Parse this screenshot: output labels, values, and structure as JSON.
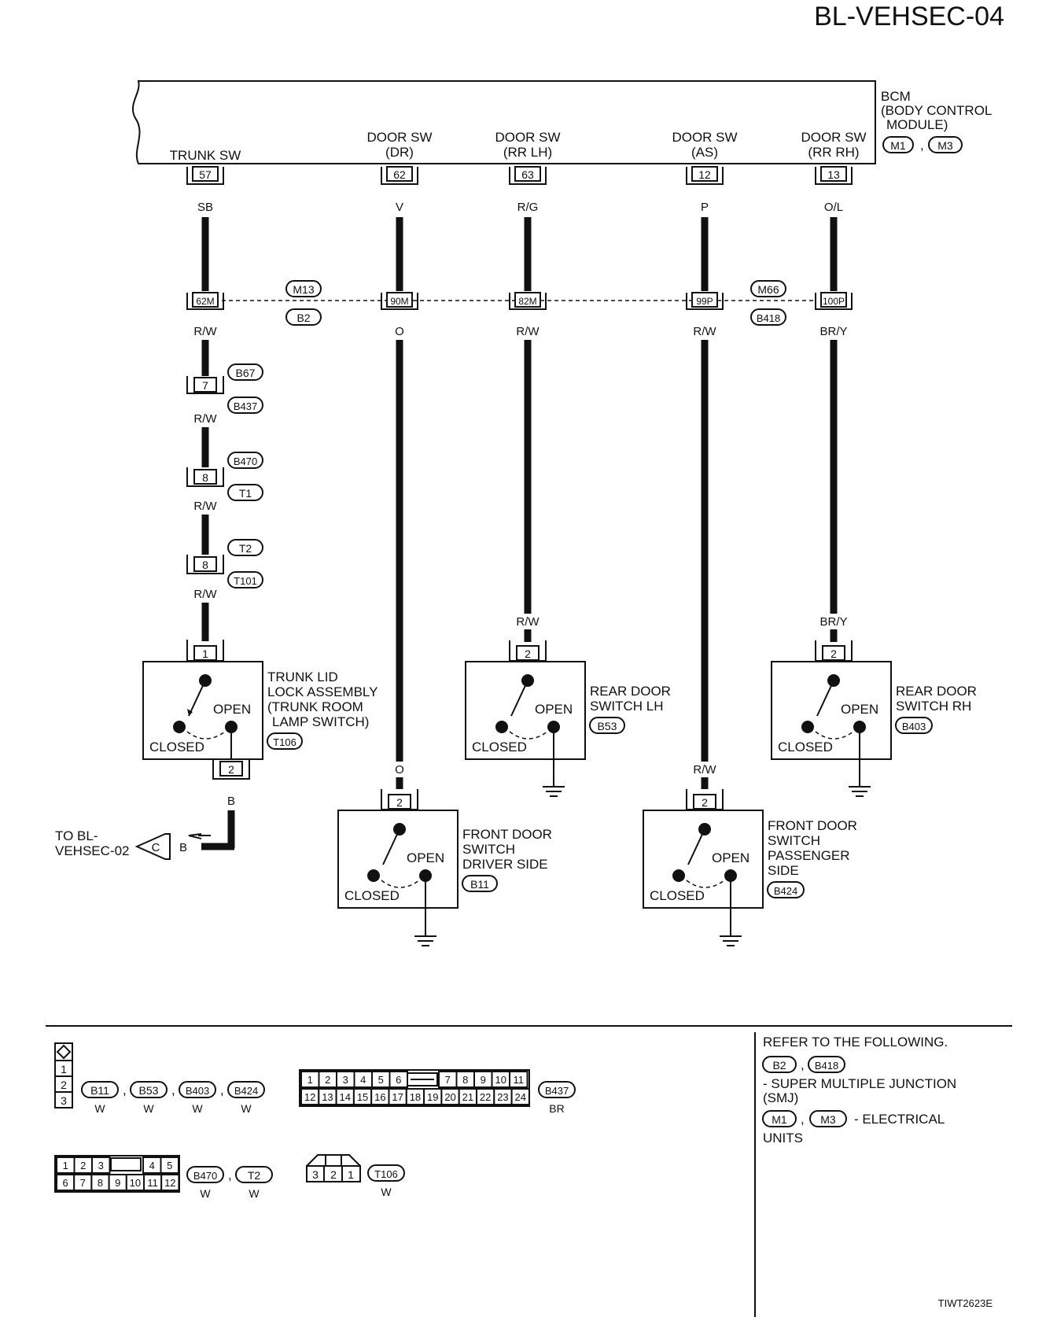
{
  "page_id": "BL-VEHSEC-04",
  "bcm": {
    "name": "BCM",
    "description_line1": "(BODY CONTROL",
    "description_line2": "MODULE)",
    "connectors": [
      "M1",
      "M3"
    ],
    "terminals": [
      {
        "label_line1": "TRUNK SW",
        "label_line2": "",
        "pin": "57",
        "wire": "SB"
      },
      {
        "label_line1": "DOOR SW",
        "label_line2": "(DR)",
        "pin": "62",
        "wire": "V"
      },
      {
        "label_line1": "DOOR SW",
        "label_line2": "(RR LH)",
        "pin": "63",
        "wire": "R/G"
      },
      {
        "label_line1": "DOOR SW",
        "label_line2": "(AS)",
        "pin": "12",
        "wire": "P"
      },
      {
        "label_line1": "DOOR SW",
        "label_line2": "(RR RH)",
        "pin": "13",
        "wire": "O/L"
      }
    ]
  },
  "junction_row": {
    "pins": [
      "62M",
      "90M",
      "82M",
      "99P",
      "100P"
    ],
    "wires_below": [
      "R/W",
      "O",
      "R/W",
      "R/W",
      "BR/Y"
    ],
    "left_connectors": [
      "M13",
      "B2"
    ],
    "right_connectors": [
      "M66",
      "B418"
    ]
  },
  "trunk_chain": [
    {
      "pin": "7",
      "connectors": [
        "B67",
        "B437"
      ],
      "wire_below": "R/W"
    },
    {
      "pin": "8",
      "connectors": [
        "B470",
        "T1"
      ],
      "wire_below": "R/W"
    },
    {
      "pin": "8",
      "connectors": [
        "T2",
        "T101"
      ],
      "wire_below": "R/W"
    }
  ],
  "switches": {
    "trunk": {
      "pin_top": "1",
      "pin_bottom": "2",
      "wire_bottom": "B",
      "label": [
        "TRUNK LID",
        "LOCK ASSEMBLY",
        "(TRUNK ROOM",
        "LAMP SWITCH)"
      ],
      "connector": "T106",
      "open": "OPEN",
      "closed": "CLOSED"
    },
    "rear_lh": {
      "wire_top": "R/W",
      "pin_top": "2",
      "label": [
        "REAR DOOR",
        "SWITCH LH"
      ],
      "connector": "B53",
      "open": "OPEN",
      "closed": "CLOSED"
    },
    "rear_rh": {
      "wire_top": "BR/Y",
      "pin_top": "2",
      "label": [
        "REAR DOOR",
        "SWITCH RH"
      ],
      "connector": "B403",
      "open": "OPEN",
      "closed": "CLOSED"
    },
    "front_driver": {
      "wire_top": "O",
      "pin_top": "2",
      "label": [
        "FRONT DOOR",
        "SWITCH",
        "DRIVER SIDE"
      ],
      "connector": "B11",
      "open": "OPEN",
      "closed": "CLOSED"
    },
    "front_passenger": {
      "wire_top": "R/W",
      "pin_top": "2",
      "label": [
        "FRONT DOOR",
        "SWITCH",
        "PASSENGER",
        "SIDE"
      ],
      "connector": "B424",
      "open": "OPEN",
      "closed": "CLOSED"
    }
  },
  "to_ref": {
    "line1": "TO BL-",
    "line2": "VEHSEC-02",
    "flag": "C",
    "wire": "B"
  },
  "legend": {
    "conn1": {
      "pins": [
        "1",
        "2",
        "3"
      ],
      "items": [
        {
          "id": "B11",
          "color": "W"
        },
        {
          "id": "B53",
          "color": "W"
        },
        {
          "id": "B403",
          "color": "W"
        },
        {
          "id": "B424",
          "color": "W"
        }
      ]
    },
    "conn2": {
      "row1": [
        "1",
        "2",
        "3",
        "4",
        "5",
        "6",
        "7",
        "8",
        "9",
        "10",
        "11"
      ],
      "row2": [
        "12",
        "13",
        "14",
        "15",
        "16",
        "17",
        "18",
        "19",
        "20",
        "21",
        "22",
        "23",
        "24"
      ],
      "id": "B437",
      "color": "BR"
    },
    "conn3": {
      "row1": [
        "1",
        "2",
        "3",
        "4",
        "5"
      ],
      "row2": [
        "6",
        "7",
        "8",
        "9",
        "10",
        "11",
        "12"
      ],
      "items": [
        {
          "id": "B470",
          "color": "W"
        },
        {
          "id": "T2",
          "color": "W"
        }
      ]
    },
    "conn4": {
      "pins": [
        "3",
        "2",
        "1"
      ],
      "id": "T106",
      "color": "W"
    },
    "sep": ","
  },
  "refer": {
    "title": "REFER TO THE FOLLOWING.",
    "group1": [
      "B2",
      "B418"
    ],
    "group1_text1": "- SUPER MULTIPLE JUNCTION",
    "group1_text2": "(SMJ)",
    "group2": [
      "M1",
      "M3"
    ],
    "group2_text1": "- ELECTRICAL",
    "group2_text2": "UNITS"
  },
  "footer_code": "TIWT2623E"
}
